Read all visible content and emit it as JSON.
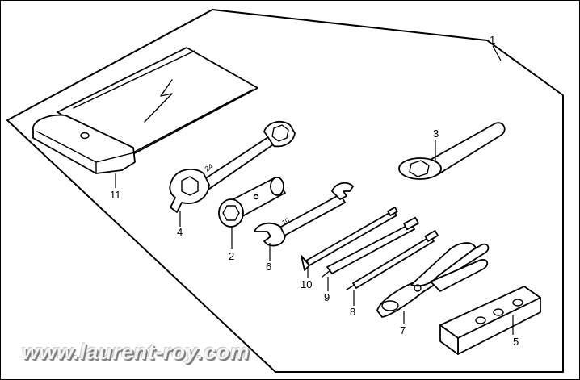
{
  "diagram": {
    "callouts": {
      "c1": "1",
      "c2": "2",
      "c3": "3",
      "c4": "4",
      "c5": "5",
      "c6": "6",
      "c7": "7",
      "c8": "8",
      "c9": "9",
      "c10": "10",
      "c11": "11"
    },
    "watermark": "www.laurent-roy.com"
  }
}
